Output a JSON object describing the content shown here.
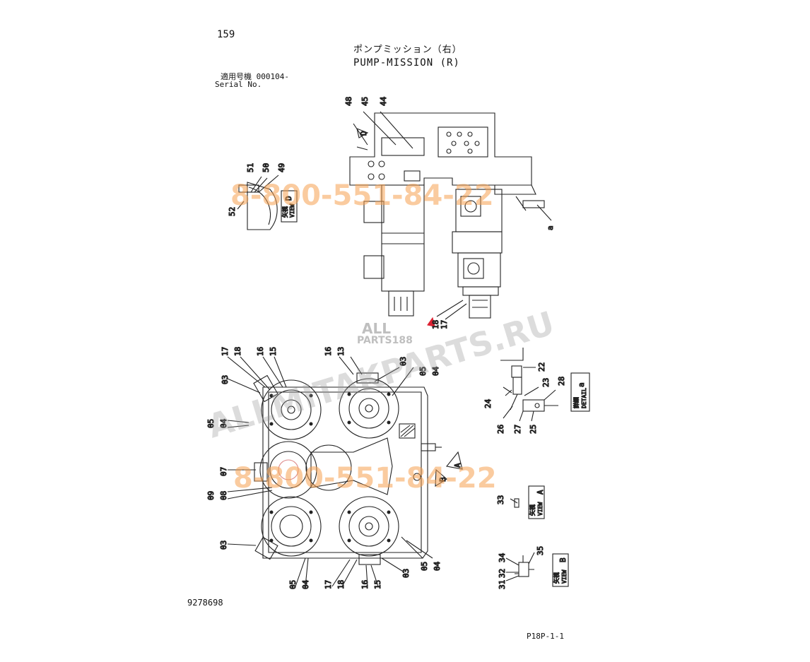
{
  "header": {
    "page_number": "159",
    "title_jp": "ポンプミッション（右）",
    "title_en": "PUMP-MISSION (R)",
    "serial_label_jp": "適用号機",
    "serial_value": "000104-",
    "serial_label_en": "Serial No."
  },
  "footer": {
    "drawing_number": "9278698",
    "sheet_ref": "P18P-1-1"
  },
  "views": {
    "view_d": {
      "jp": "矢視",
      "en": "VIEW",
      "letter": "D"
    },
    "view_a": {
      "jp": "矢視",
      "en": "VIEW",
      "letter": "A"
    },
    "view_b": {
      "jp": "矢視",
      "en": "VIEW",
      "letter": "B"
    },
    "detail_a": {
      "jp": "詳細",
      "en": "DETAIL",
      "letter": "a"
    },
    "arrow_d": "D",
    "arrow_a": "A",
    "arrow_b": "B",
    "ref_a": "a"
  },
  "callouts": {
    "top": [
      "48",
      "45",
      "44"
    ],
    "view_d": [
      "51",
      "50",
      "49",
      "52"
    ],
    "side": [
      "18",
      "17"
    ],
    "bottom_left_upper": [
      "17",
      "18",
      "16",
      "15",
      "03",
      "05",
      "04"
    ],
    "bottom_center_upper": [
      "16",
      "13",
      "03",
      "05",
      "04"
    ],
    "bottom_mid_left": [
      "07",
      "09",
      "08"
    ],
    "bottom_lower_left": [
      "03",
      "05",
      "04"
    ],
    "bottom_lower_center": [
      "17",
      "18",
      "16",
      "15",
      "03",
      "05",
      "04"
    ],
    "detail_a": [
      "22",
      "23",
      "28",
      "24",
      "26",
      "27",
      "25"
    ],
    "view_a": [
      "33"
    ],
    "view_b": [
      "34",
      "35",
      "32",
      "31"
    ]
  },
  "watermarks": {
    "phone": "8-800-551-84-22",
    "site": "ALLMITAKPARTS.RU",
    "logo_line1": "ALL",
    "logo_line2": "PARTS188"
  }
}
